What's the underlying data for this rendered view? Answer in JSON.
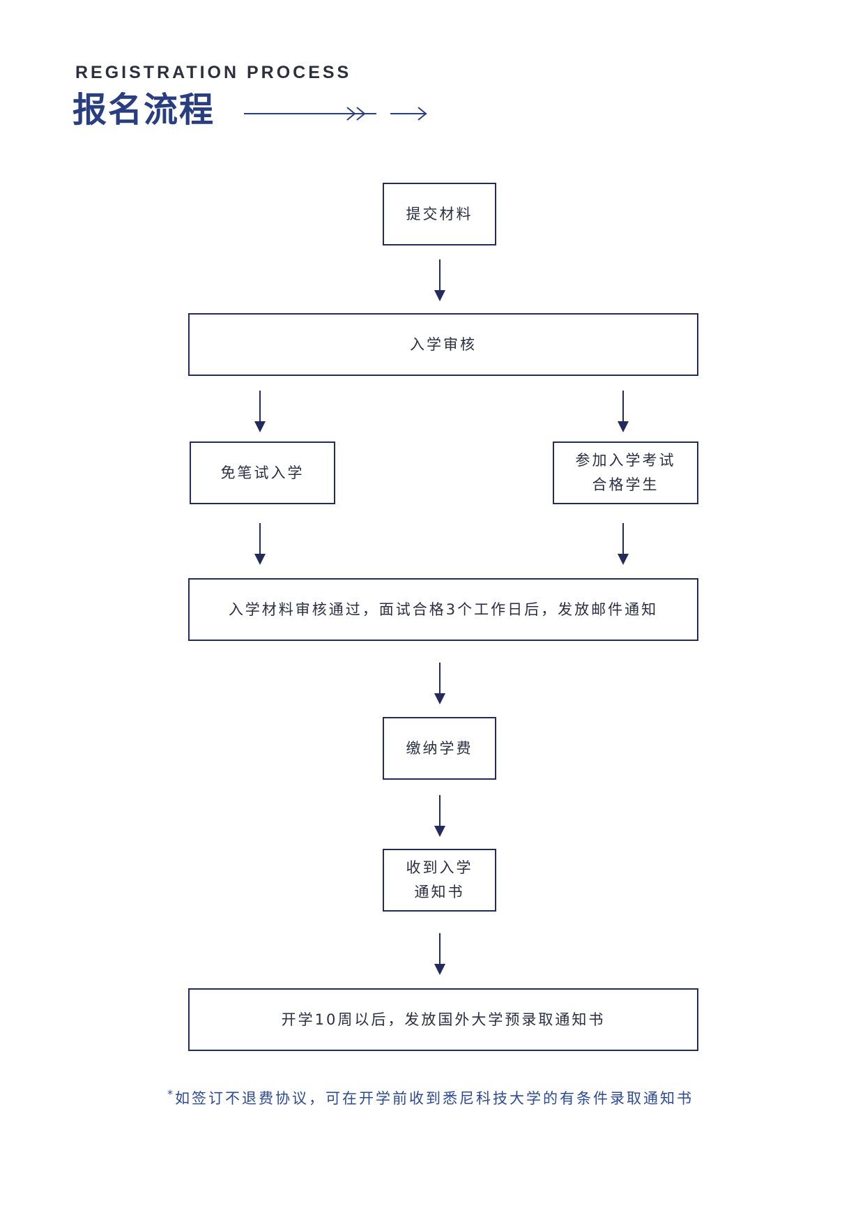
{
  "header": {
    "eyebrow": "REGISTRATION PROCESS",
    "title": "报名流程"
  },
  "flow": {
    "submit": "提交材料",
    "review": "入学审核",
    "no_exam": "免笔试入学",
    "exam_line1": "参加入学考试",
    "exam_line2": "合格学生",
    "notify": "入学材料审核通过，面试合格3个工作日后，发放邮件通知",
    "tuition": "缴纳学费",
    "admit_line1": "收到入学",
    "admit_line2": "通知书",
    "offer": "开学10周以后，发放国外大学预录取通知书"
  },
  "footnote": {
    "star": "*",
    "text": "如签订不退费协议，可在开学前收到悉尼科技大学的有条件录取通知书"
  },
  "colors": {
    "title": "#283e80",
    "border": "#232a5c",
    "note": "#2c4a96"
  }
}
